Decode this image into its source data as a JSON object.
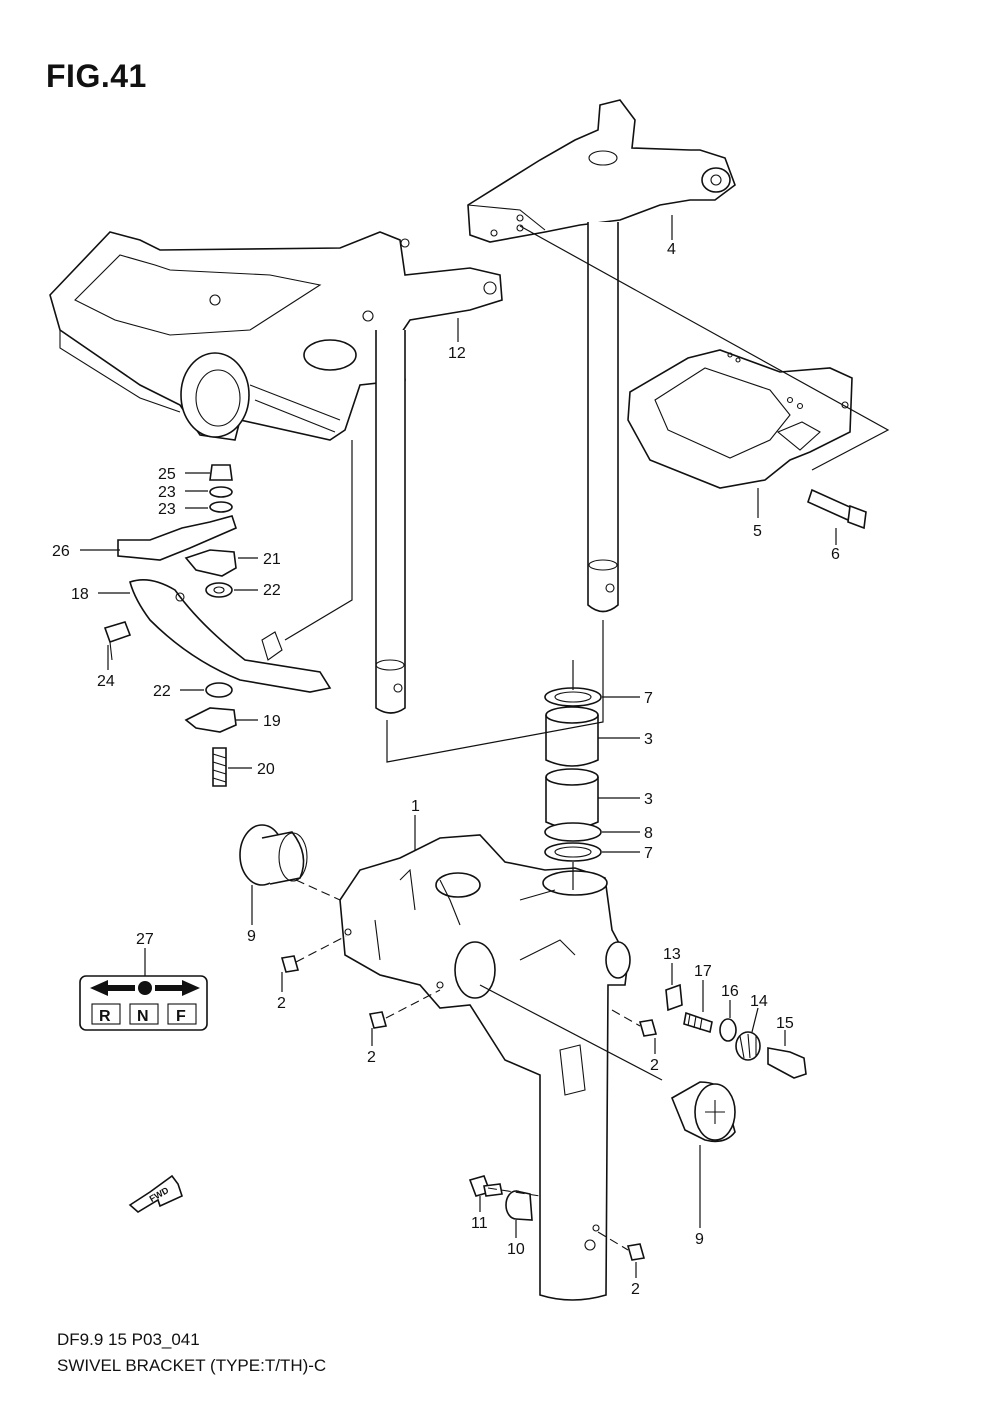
{
  "figure": {
    "title": "FIG.41",
    "code": "DF9.9 15 P03_041",
    "caption": "SWIVEL BRACKET (TYPE:T/TH)-C"
  },
  "callouts": [
    "25",
    "23",
    "23",
    "26",
    "21",
    "18",
    "22",
    "24",
    "22",
    "19",
    "20",
    "12",
    "4",
    "5",
    "6",
    "7",
    "3",
    "3",
    "8",
    "7",
    "1",
    "9",
    "27",
    "2",
    "2",
    "13",
    "17",
    "16",
    "14",
    "15",
    "2",
    "9",
    "11",
    "10",
    "2"
  ],
  "label_plate": {
    "letters": [
      "R",
      "N",
      "F"
    ]
  },
  "direction_mark": {
    "text": "FWD",
    "icon": "fwd-arrow-icon"
  }
}
